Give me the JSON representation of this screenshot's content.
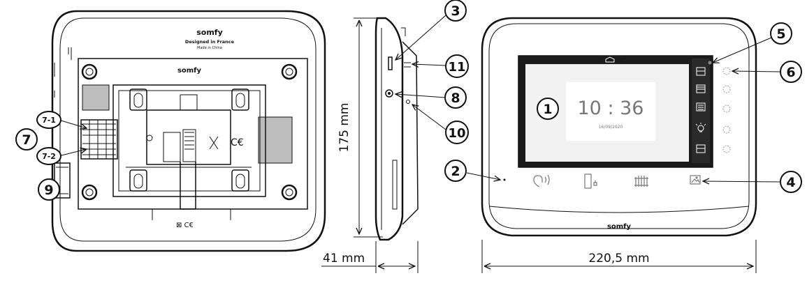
{
  "brand": {
    "logo_text": "somfy",
    "back_label_line1": "Designed in France",
    "back_label_line2": "Made in China"
  },
  "screen": {
    "time": "10 : 36",
    "date": "16/09/2020"
  },
  "callouts": {
    "c1": "1",
    "c2": "2",
    "c3": "3",
    "c4": "4",
    "c5": "5",
    "c6": "6",
    "c7": "7",
    "c7_1": "7-1",
    "c7_2": "7-2",
    "c8": "8",
    "c9": "9",
    "c10": "10",
    "c11": "11"
  },
  "dimensions": {
    "height": "175 mm",
    "depth": "41 mm",
    "width": "220,5 mm"
  },
  "icons": {
    "home": "home-icon",
    "speak": "speak-icon",
    "door": "door-icon",
    "gate": "gate-icon",
    "photo": "photo-icon"
  },
  "colors": {
    "line": "#111111",
    "screen": "#1b1b1b",
    "panel": "#f2f2f2",
    "grey_block": "#bdbdbd"
  }
}
